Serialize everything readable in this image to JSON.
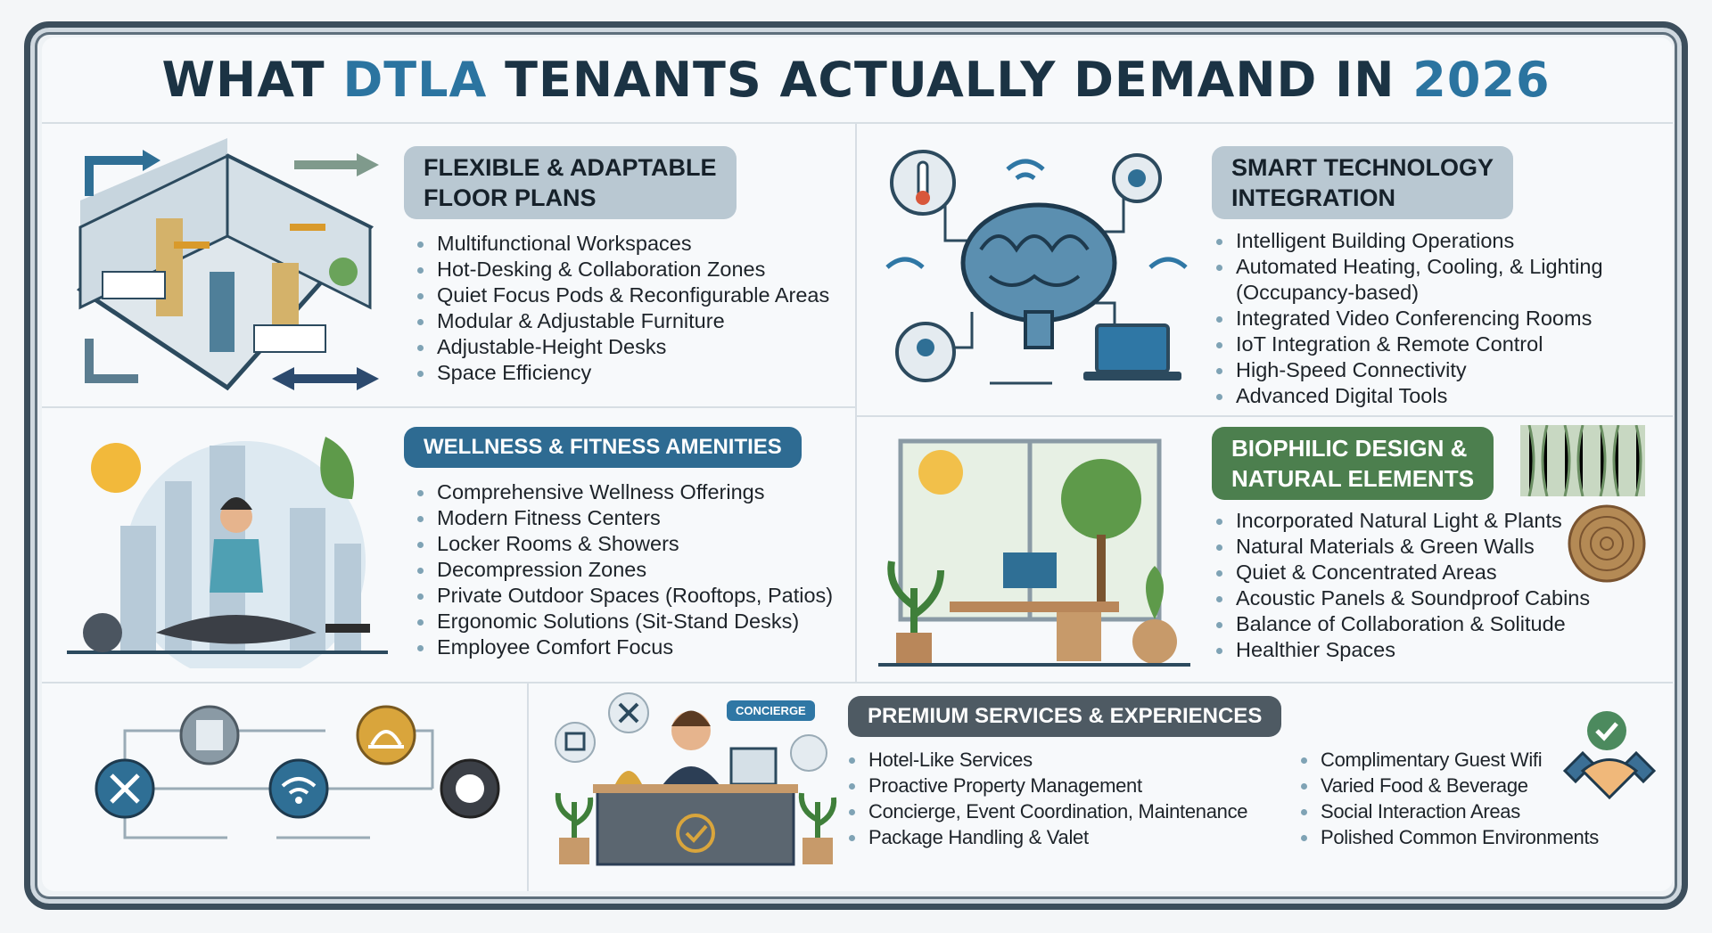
{
  "title": {
    "part1": "WHAT ",
    "part2": "DTLA",
    "part3": " TENANTS ACTUALLY DEMAND IN ",
    "part4": "2026"
  },
  "colors": {
    "navy": "#1b3344",
    "accent_blue": "#2b74a0",
    "wellness_blue": "#2e6b92",
    "biophilic_green": "#4c7f4e",
    "premium_dark": "#4e5a63",
    "header_gray": "#b9c8d2"
  },
  "sections": {
    "flexible": {
      "heading_line1": "FLEXIBLE & ADAPTABLE",
      "heading_line2": "FLOOR PLANS",
      "icon": "isometric-office-floorplan",
      "items": [
        "Multifunctional Workspaces",
        "Hot-Desking & Collaboration Zones",
        "Quiet Focus Pods & Reconfigurable Areas",
        "Modular & Adjustable Furniture",
        "Adjustable-Height Desks",
        "Space Efficiency"
      ]
    },
    "smart": {
      "heading_line1": "SMART TECHNOLOGY",
      "heading_line2": "INTEGRATION",
      "icon": "brain-network",
      "items": [
        "Intelligent Building Operations",
        "Automated Heating, Cooling, & Lighting",
        "(Occupancy-based)",
        "Integrated Video Conferencing Rooms",
        "IoT Integration & Remote Control",
        "High-Speed Connectivity",
        "Advanced Digital Tools"
      ]
    },
    "wellness": {
      "heading": "WELLNESS & FITNESS AMENITIES",
      "icon": "meditating-person-city",
      "items": [
        "Comprehensive Wellness Offerings",
        "Modern Fitness Centers",
        "Locker Rooms & Showers",
        "Decompression Zones",
        "Private Outdoor Spaces (Rooftops, Patios)",
        "Ergonomic Solutions (Sit-Stand Desks)",
        "Employee Comfort Focus"
      ]
    },
    "biophilic": {
      "heading_line1": "BIOPHILIC DESIGN &",
      "heading_line2": "NATURAL ELEMENTS",
      "icon": "plants-office-window",
      "items": [
        "Incorporated Natural Light & Plants",
        "Natural Materials & Green Walls",
        "Quiet & Concentrated Areas",
        "Acoustic Panels & Soundproof Cabins",
        "Balance of Collaboration & Solitude",
        "Healthier Spaces"
      ]
    },
    "premium": {
      "heading": "PREMIUM SERVICES & EXPERIENCES",
      "concierge_label": "CONCIERGE",
      "icon": "concierge-desk",
      "items_col1": [
        "Hotel-Like Services",
        "Proactive Property Management",
        "Concierge, Event Coordination, Maintenance",
        "Package Handling & Valet"
      ],
      "items_col2": [
        "Complimentary Guest Wifi",
        "Varied Food & Beverage",
        "Social Interaction Areas",
        "Polished Common Environments"
      ]
    }
  }
}
